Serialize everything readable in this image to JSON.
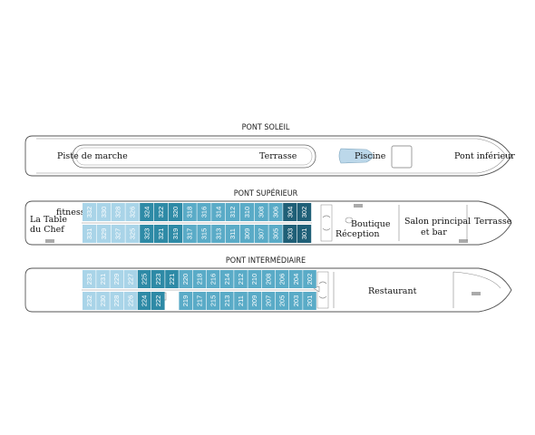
{
  "decks": {
    "soleil": {
      "title": "PONT SOLEIL"
    },
    "superieur": {
      "title": "PONT SUPÉRIEUR"
    },
    "intermediaire": {
      "title": "PONT INTERMÉDIAIRE"
    }
  },
  "labels": {
    "piste": "Piste de marche",
    "terrasse_soleil": "Terrasse",
    "piscine": "Piscine",
    "pont_inferieur": "Pont inférieur",
    "la_table_1": "La Table",
    "la_table_2": "du Chef",
    "fitness": "fitness",
    "boutique": "Boutique",
    "reception": "Réception",
    "salon_1": "Salon principal",
    "salon_2": "et bar",
    "terrasse_sup": "Terrasse",
    "restaurant": "Restaurant"
  },
  "colors": {
    "cat_light": "#a9d4e8",
    "cat_mid": "#5aabc7",
    "cat_teal": "#2e8aa6",
    "cat_dark": "#1f5f77",
    "pool": "#bcd8ea"
  },
  "superieur_cabins": {
    "top": [
      "332",
      "330",
      "328",
      "326",
      "324",
      "322",
      "320",
      "318",
      "316",
      "314",
      "312",
      "310",
      "308",
      "306",
      "304",
      "302"
    ],
    "bottom": [
      "331",
      "329",
      "327",
      "325",
      "323",
      "321",
      "319",
      "317",
      "315",
      "313",
      "311",
      "309",
      "307",
      "305",
      "303",
      "301"
    ],
    "top_cat": [
      "light",
      "light",
      "light",
      "light",
      "teal",
      "teal",
      "teal",
      "mid",
      "mid",
      "mid",
      "mid",
      "mid",
      "mid",
      "mid",
      "dark",
      "dark"
    ],
    "bottom_cat": [
      "light",
      "light",
      "light",
      "light",
      "teal",
      "teal",
      "teal",
      "mid",
      "mid",
      "mid",
      "mid",
      "mid",
      "mid",
      "mid",
      "dark",
      "dark"
    ]
  },
  "intermediaire_cabins": {
    "top": [
      "233",
      "231",
      "229",
      "227",
      "225",
      "223",
      "221",
      "220",
      "218",
      "216",
      "214",
      "212",
      "210",
      "208",
      "206",
      "204",
      "202"
    ],
    "bottom": [
      "232",
      "230",
      "228",
      "226",
      "224",
      "222",
      "",
      "219",
      "217",
      "215",
      "213",
      "211",
      "209",
      "207",
      "205",
      "203",
      "201"
    ],
    "top_cat": [
      "light",
      "light",
      "light",
      "light",
      "teal",
      "teal",
      "teal",
      "mid",
      "mid",
      "mid",
      "mid",
      "mid",
      "mid",
      "mid",
      "mid",
      "mid",
      "mid"
    ],
    "bottom_cat": [
      "light",
      "light",
      "light",
      "light",
      "teal",
      "teal",
      "",
      "mid",
      "mid",
      "mid",
      "mid",
      "mid",
      "mid",
      "mid",
      "mid",
      "mid",
      "mid"
    ]
  }
}
